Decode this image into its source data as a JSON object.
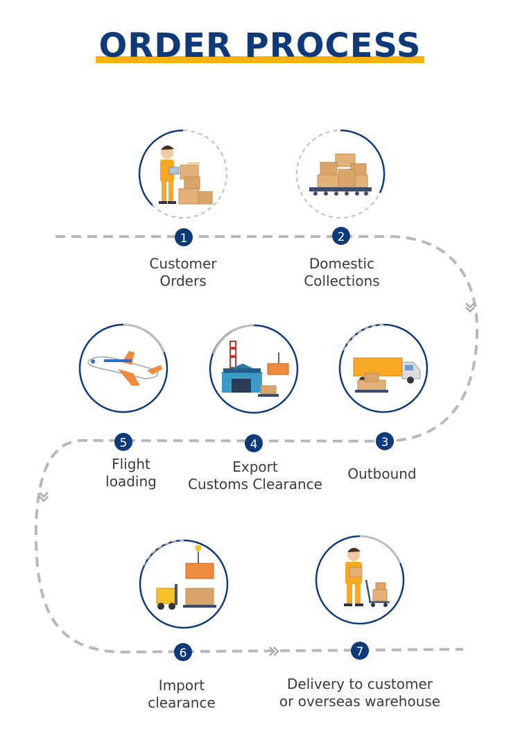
{
  "title": "ORDER PROCESS",
  "colors": {
    "navy": "#0f3a7a",
    "accent": "#f7b20f",
    "dash": "#b8b8b8",
    "text": "#3a3a3a"
  },
  "steps": [
    {
      "number": "1",
      "line1": "Customer",
      "line2": "Orders",
      "icon": "worker-with-boxes-icon"
    },
    {
      "number": "2",
      "line1": "Domestic",
      "line2": "Collections",
      "icon": "boxes-on-conveyor-icon"
    },
    {
      "number": "3",
      "line1": "Outbound",
      "line2": "",
      "icon": "delivery-truck-icon"
    },
    {
      "number": "4",
      "line1": "Export",
      "line2": "Customs Clearance",
      "icon": "warehouse-icon"
    },
    {
      "number": "5",
      "line1": "Flight",
      "line2": "loading",
      "icon": "airplane-icon"
    },
    {
      "number": "6",
      "line1": "Import",
      "line2": "clearance",
      "icon": "forklift-container-icon"
    },
    {
      "number": "7",
      "line1": "Delivery to customer",
      "line2": "or overseas warehouse",
      "icon": "courier-with-cart-icon"
    }
  ]
}
